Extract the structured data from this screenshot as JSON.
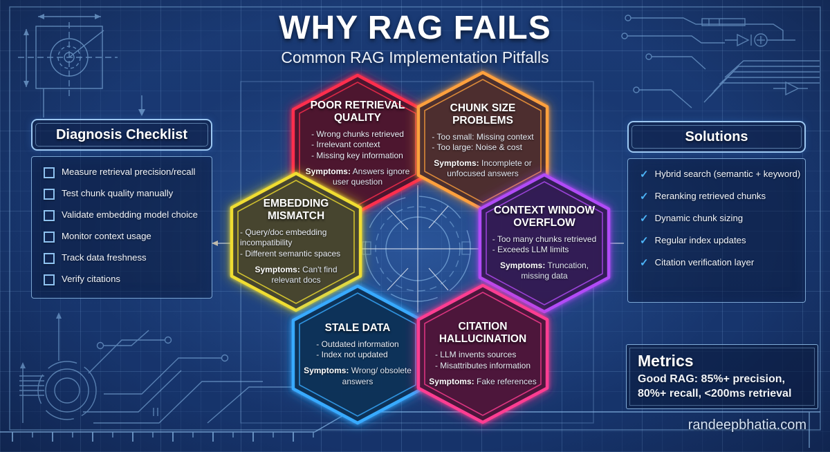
{
  "header": {
    "title": "WHY RAG FAILS",
    "subtitle": "Common RAG Implementation Pitfalls"
  },
  "checklist": {
    "title": "Diagnosis Checklist",
    "items": [
      "Measure retrieval precision/recall",
      "Test chunk quality manually",
      "Validate embedding model choice",
      "Monitor context usage",
      "Track data freshness",
      "Verify citations"
    ]
  },
  "solutions": {
    "title": "Solutions",
    "check_glyph": "✓",
    "items": [
      "Hybrid search (semantic + keyword)",
      "Reranking retrieved chunks",
      "Dynamic chunk sizing",
      "Regular index updates",
      "Citation verification layer"
    ]
  },
  "hexagons": [
    {
      "title": "POOR RETRIEVAL QUALITY",
      "points": [
        "- Wrong chunks retrieved",
        "- Irrelevant context",
        "- Missing key information"
      ],
      "symptoms_label": "Symptoms:",
      "symptoms_text": "Answers ignore user question",
      "color": "#ff2d4e"
    },
    {
      "title": "CHUNK SIZE PROBLEMS",
      "points": [
        "- Too small: Missing context",
        "- Too large: Noise & cost"
      ],
      "symptoms_label": "Symptoms:",
      "symptoms_text": "Incomplete or unfocused answers",
      "color": "#ffa03c"
    },
    {
      "title": "EMBEDDING MISMATCH",
      "points": [
        "- Query/doc embedding incompatibility",
        "- Different semantic spaces"
      ],
      "symptoms_label": "Symptoms:",
      "symptoms_text": "Can't find relevant docs",
      "color": "#f0dd30"
    },
    {
      "title": "CONTEXT WINDOW OVERFLOW",
      "points": [
        "- Too many chunks retrieved",
        "- Exceeds LLM limits"
      ],
      "symptoms_label": "Symptoms:",
      "symptoms_text": "Truncation, missing data",
      "color": "#b14cf7"
    },
    {
      "title": "STALE DATA",
      "points": [
        "- Outdated information",
        "- Index not updated"
      ],
      "symptoms_label": "Symptoms:",
      "symptoms_text": "Wrong/ obsolete answers",
      "color": "#38aaff"
    },
    {
      "title": "CITATION HALLUCINATION",
      "points": [
        "- LLM invents sources",
        "- Misattributes information"
      ],
      "symptoms_label": "Symptoms:",
      "symptoms_text": "Fake references",
      "color": "#ff3d92"
    }
  ],
  "metrics": {
    "title": "Metrics",
    "text": "Good RAG: 85%+ precision, 80%+ recall, <200ms retrieval"
  },
  "footer": {
    "site": "randeepbhatia.com"
  },
  "colors": {
    "background": "#1a3a74",
    "blueprint_line": "#8fc0ee",
    "check_accent": "#4db5f8"
  }
}
